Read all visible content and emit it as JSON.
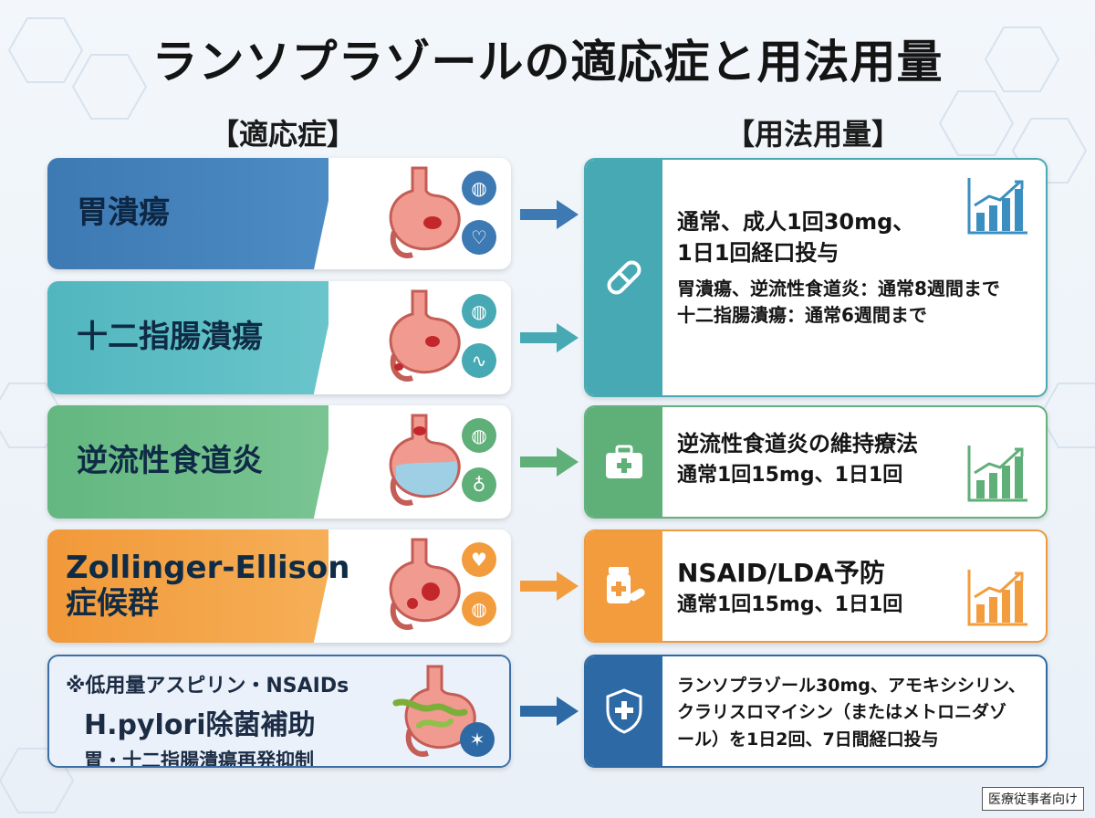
{
  "title": "ランソプラゾールの適応症と用法用量",
  "headers": {
    "left": "【適応症】",
    "right": "【用法用量】"
  },
  "indications": {
    "gastric_ulcer": "胃潰瘍",
    "duodenal_ulcer": "十二指腸潰瘍",
    "reflux_esophagitis": "逆流性食道炎",
    "zollinger_line1": "Zollinger-Ellison",
    "zollinger_line2": "症候群",
    "hpylori_line1": "※低用量アスピリン・NSAIDs",
    "hpylori_line2": "H.pylori除菌補助",
    "hpylori_line3": "胃・十二指腸潰瘍再発抑制"
  },
  "dosage": {
    "block1_line1": "通常、成人1回30mg、",
    "block1_line2": "1日1回経口投与",
    "block1_line3": "胃潰瘍、逆流性食道炎：通常8週間まで",
    "block1_line4": "十二指腸潰瘍：通常6週間まで",
    "block2_line1": "逆流性食道炎の維持療法",
    "block2_line2": "通常1回15mg、1日1回",
    "block3_line1": "NSAID/LDA予防",
    "block3_line2": "通常1回15mg、1日1回",
    "block4_line1": "ランソプラゾール30mg、アモキシシリン、",
    "block4_line2": "クラリスロマイシン（またはメトロニダゾ",
    "block4_line3": "ール）を1日2回、7日間経口投与"
  },
  "footer": "医療従事者向け",
  "colors": {
    "blue": "#3d79b3",
    "teal": "#52b6bf",
    "green": "#64b780",
    "orange": "#f1993a",
    "navy": "#2d6aa5"
  },
  "icons": [
    "stomach-icon",
    "heart-icon",
    "pill-icon",
    "first-aid-kit-icon",
    "medicine-bottle-icon",
    "shield-cross-icon",
    "bar-chart-up-icon",
    "bacteria-icon"
  ]
}
